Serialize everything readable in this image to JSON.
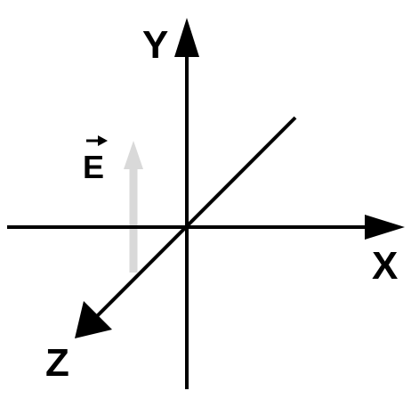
{
  "diagram": {
    "axes": {
      "x_label": "X",
      "y_label": "Y",
      "z_label": "Z"
    },
    "vector": {
      "symbol": "E",
      "has_arrow_over_symbol": true,
      "direction": "+Y"
    },
    "colors": {
      "axis": "#000000",
      "vector": "#d9d9d9",
      "background": "#ffffff"
    }
  }
}
